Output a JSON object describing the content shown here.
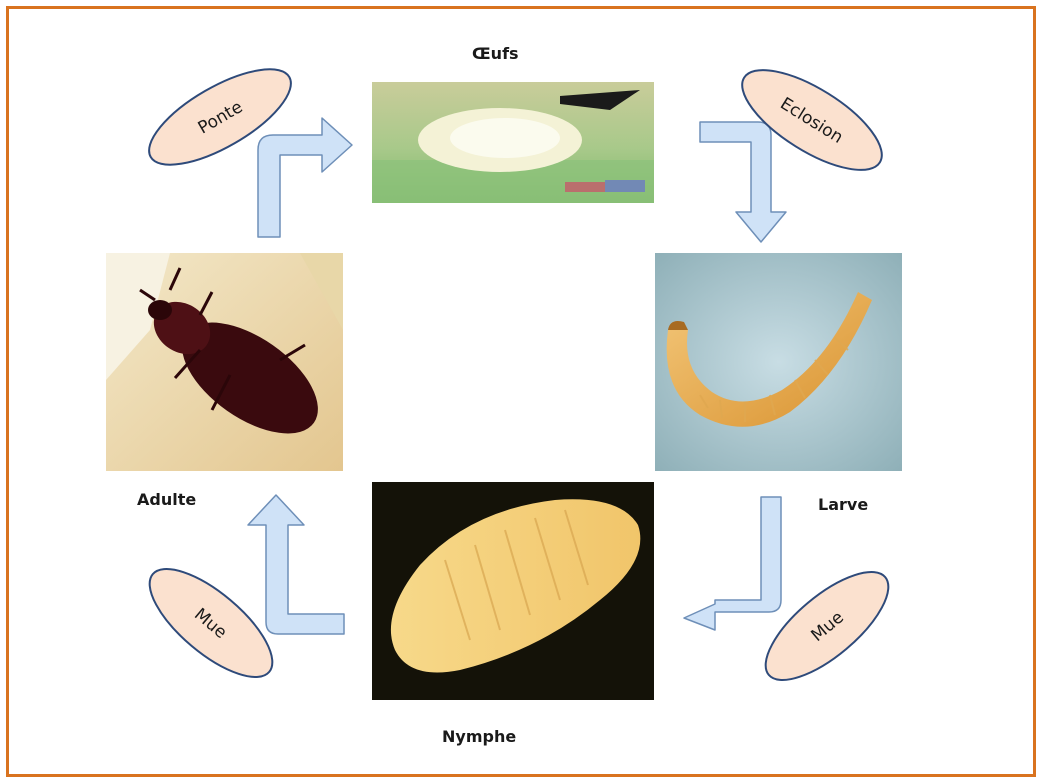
{
  "stages": {
    "eggs": "Œufs",
    "larva": "Larve",
    "pupa": "Nymphe",
    "adult": "Adulte"
  },
  "transitions": {
    "laying": "Ponte",
    "hatching": "Eclosion",
    "molt_larva_to_pupa": "Mue",
    "molt_pupa_to_adult": "Mue"
  },
  "colors": {
    "frame": "#d9731f",
    "arrow_fill": "#cfe2f7",
    "arrow_stroke": "#6e8fb8",
    "oval_fill": "#fbe1cf",
    "oval_stroke": "#2e4a7a"
  }
}
